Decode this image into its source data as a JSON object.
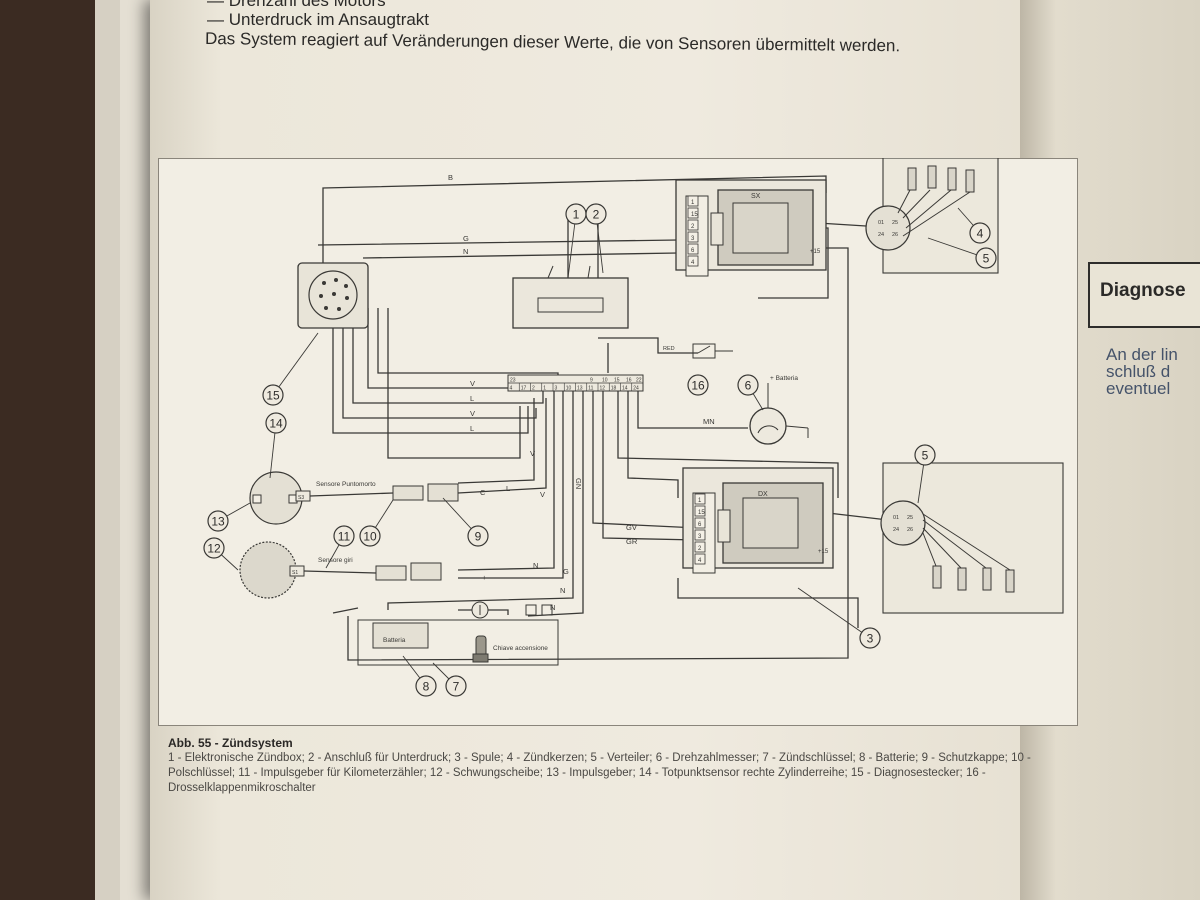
{
  "page": {
    "top_lines": [
      "— Drehzahl des Motors",
      "— Unterdruck im Ansaugtrakt",
      "Das System reagiert auf Veränderungen dieser Werte, die von Sensoren übermittelt werden."
    ]
  },
  "diagram": {
    "wire_labels": [
      "B",
      "G",
      "N",
      "V",
      "L",
      "V",
      "L",
      "V",
      "C",
      "L",
      "V",
      "N",
      "G",
      "GN",
      "GV",
      "GR",
      "MN",
      "N",
      "N",
      "+"
    ],
    "coil_sx": {
      "label": "SX",
      "pins": [
        "1",
        "15",
        "2",
        "3",
        "6",
        "4"
      ],
      "plus_label": "+15"
    },
    "coil_dx": {
      "label": "DX",
      "pins": [
        "1",
        "15",
        "6",
        "3",
        "2",
        "4"
      ],
      "plus_label": "+15"
    },
    "distributor_pins": [
      "01",
      "24",
      "25",
      "26"
    ],
    "connector_top": [
      "23",
      "9",
      "10",
      "15",
      "16",
      "22"
    ],
    "connector_bottom": [
      "4",
      "17",
      "2",
      "1",
      "3",
      "10",
      "13",
      "11",
      "12",
      "18",
      "14",
      "24"
    ],
    "battery_label": "Batteria",
    "plus_battery_label": "+ Batteria",
    "key_label": "Chiave accensione",
    "sensor_top_label": "Sensore Puntomorto",
    "sensor_bottom_label": "Sensore giri",
    "sensor_connector_labels": [
      "S3",
      "S1"
    ],
    "switch_label": "RED",
    "callouts": [
      "1",
      "2",
      "3",
      "4",
      "5",
      "5",
      "6",
      "7",
      "8",
      "9",
      "10",
      "11",
      "12",
      "13",
      "14",
      "15",
      "16"
    ]
  },
  "caption": {
    "title": "Abb. 55 - Zündsystem",
    "body": "1 - Elektronische Zündbox; 2 - Anschluß für Unterdruck; 3 - Spule; 4 - Zündkerzen; 5 - Verteiler; 6 - Drehzahlmesser; 7 - Zündschlüssel; 8 - Batterie; 9 - Schutzkappe; 10 - Polschlüssel; 11 - Impulsgeber für Kilometerzähler; 12 - Schwungscheibe; 13 - Impulsgeber; 14 - Totpunktsensor rechte Zylinderreihe; 15 - Diagnosestecker; 16 - Drosselklappenmikroschalter"
  },
  "side": {
    "panel_title": "Diagnose",
    "text_lines": [
      "An der lin",
      "schluß d",
      "eventuel"
    ]
  }
}
